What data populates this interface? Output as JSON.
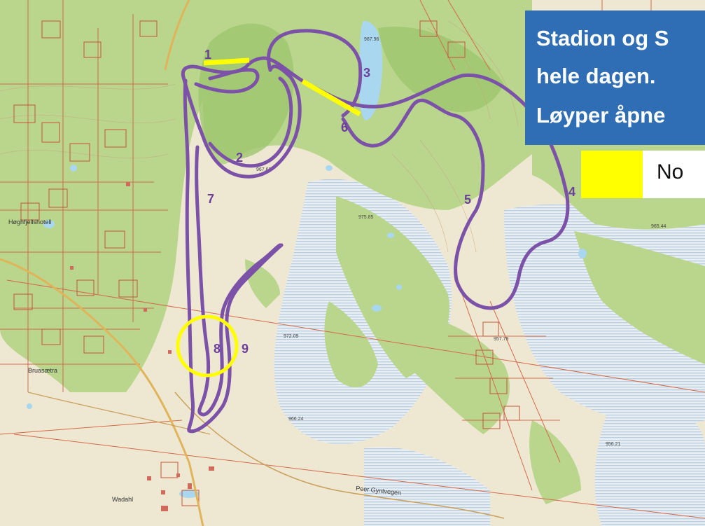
{
  "banner": {
    "lines": [
      "Stadion og S",
      "hele dagen.",
      "Løyper åpne"
    ]
  },
  "legend": {
    "swatch_color": "#ffff00",
    "label": "No"
  },
  "course_labels": [
    "1",
    "2",
    "3",
    "4",
    "5",
    "6",
    "7",
    "8",
    "9"
  ],
  "map_labels": {
    "hoghfjellshotell": "Høghfjellshotell",
    "bruasaetra": "Bruasætra",
    "wadahl": "Wadahl",
    "peer_gyntvegen": "Peer Gyntvegen",
    "spot_975": "975.85",
    "spot_972": "972.09",
    "spot_966": "966.24",
    "spot_987": "987.96",
    "spot_965": "965.44",
    "spot_967": "967.62",
    "spot_956": "956.21",
    "spot_957": "957.79"
  },
  "colors": {
    "trail": "#7b52a8",
    "highlight": "#ffff00",
    "banner": "#2f6db5",
    "forest": "#b6d58a",
    "open_land": "#efe9d6",
    "bog": "#dbe7f1"
  }
}
